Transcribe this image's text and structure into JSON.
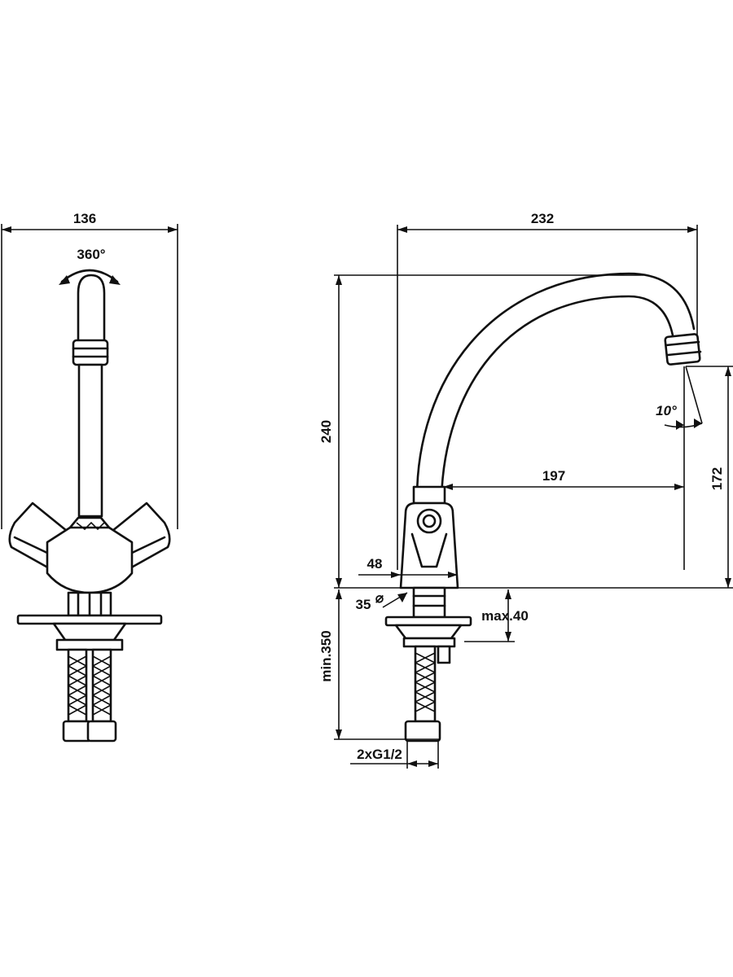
{
  "front_view": {
    "width_label": "136",
    "rotation_label": "360°"
  },
  "side_view": {
    "reach_total_label": "232",
    "height_label": "240",
    "reach_outlet_label": "197",
    "outlet_height_label": "172",
    "angle_label": "10°",
    "base_diameter_label": "48",
    "hole_diameter_label": "35",
    "counter_thickness_label": "max.40",
    "hose_length_label": "min.350",
    "connection_label": "2xG1/2"
  },
  "colors": {
    "line": "#111111",
    "background": "#ffffff"
  }
}
